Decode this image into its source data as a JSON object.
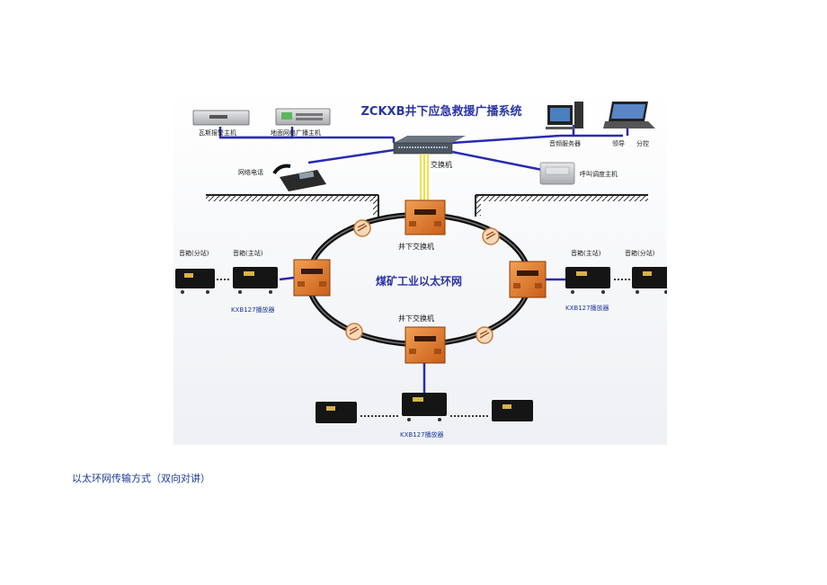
{
  "title": "ZCKXB井下应急救援广播系统",
  "ring_label": "煤矿工业以太环网",
  "surface": {
    "gas_alarm_host": "瓦斯报警主机",
    "ground_broadcast_host": "地面网络广播主机",
    "network_phone": "网络电话",
    "audio_server": "音频服务器",
    "leader": "领导",
    "sub_control": "分控",
    "switch": "交换机",
    "dispatch_host": "呼叫调度主机"
  },
  "underground": {
    "switch_top": "井下交换机",
    "switch_bottom": "井下交换机"
  },
  "speakers": {
    "left_sub": "音箱(分站)",
    "left_main": "音箱(主站)",
    "left_player": "KXB127播放器",
    "right_main": "音箱(主站)",
    "right_sub": "音箱(分站)",
    "right_player": "KXB127播放器",
    "bottom_player": "KXB127播放器"
  },
  "caption": "以太环网传输方式（双向对讲）",
  "colors": {
    "link": "#2a2ab0",
    "ring": "#111111",
    "yellow_link": "#f4e04a",
    "orange_box": "#e07a2a",
    "title": "#2a34a8",
    "label": "#1a3a9a"
  }
}
